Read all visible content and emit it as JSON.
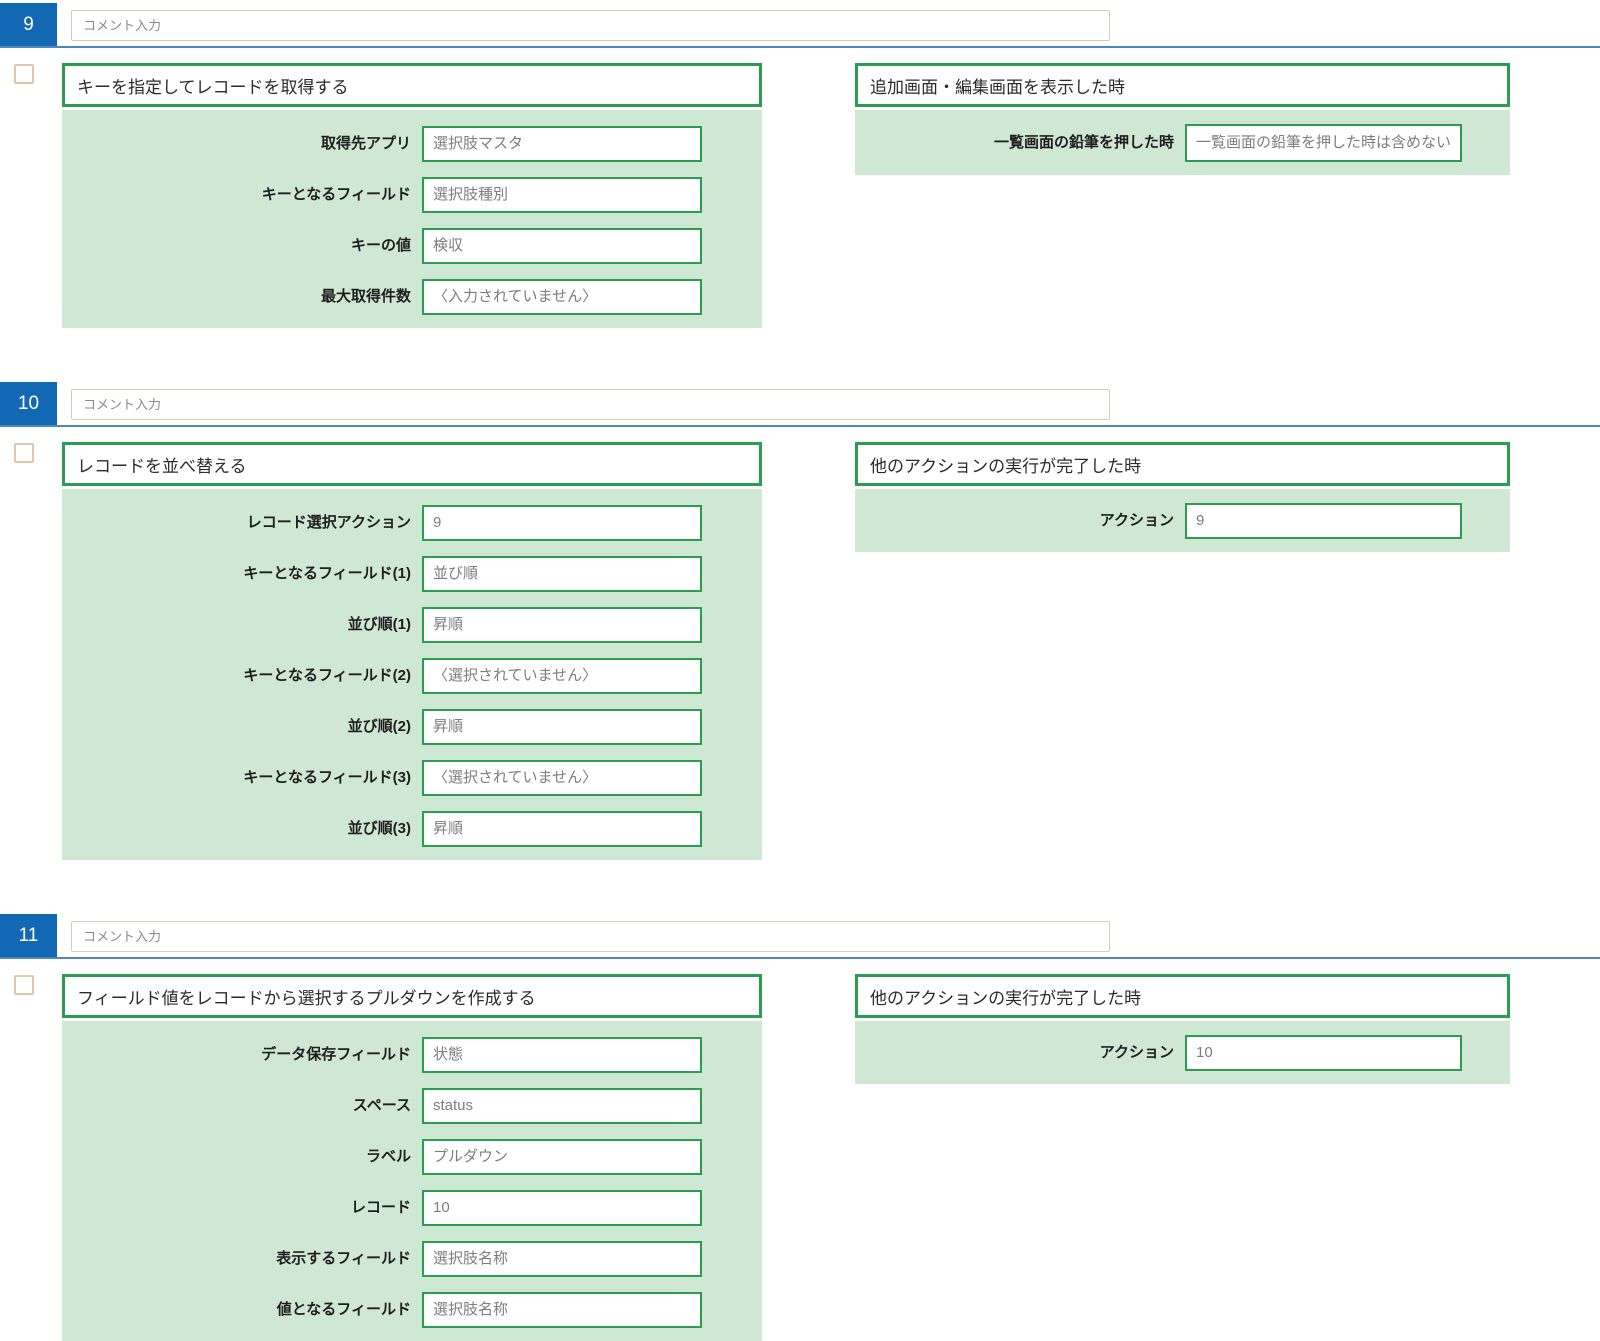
{
  "ui": {
    "comment_placeholder": "コメント入力",
    "colors": {
      "badge_blue": "#1268b3",
      "header_rule_blue": "#4e86c0",
      "green_border": "#2a9d50",
      "green_panel_bg": "#cfe8d4",
      "tan_border": "#d9c9b2",
      "label_text": "#1e1e1e",
      "value_text": "#7d7d7d"
    }
  },
  "sections": [
    {
      "number": "9",
      "checkbox_checked": false,
      "action": {
        "title": "キーを指定してレコードを取得する",
        "fields": [
          {
            "label": "取得先アプリ",
            "value": "選択肢マスタ"
          },
          {
            "label": "キーとなるフィールド",
            "value": "選択肢種別"
          },
          {
            "label": "キーの値",
            "value": "検収"
          },
          {
            "label": "最大取得件数",
            "value": "〈入力されていません〉"
          }
        ]
      },
      "trigger": {
        "title": "追加画面・編集画面を表示した時",
        "fields": [
          {
            "label": "一覧画面の鉛筆を押した時",
            "value": "一覧画面の鉛筆を押した時は含めない"
          }
        ]
      }
    },
    {
      "number": "10",
      "checkbox_checked": false,
      "action": {
        "title": "レコードを並べ替える",
        "fields": [
          {
            "label": "レコード選択アクション",
            "value": "9"
          },
          {
            "label": "キーとなるフィールド(1)",
            "value": "並び順"
          },
          {
            "label": "並び順(1)",
            "value": "昇順"
          },
          {
            "label": "キーとなるフィールド(2)",
            "value": "〈選択されていません〉"
          },
          {
            "label": "並び順(2)",
            "value": "昇順"
          },
          {
            "label": "キーとなるフィールド(3)",
            "value": "〈選択されていません〉"
          },
          {
            "label": "並び順(3)",
            "value": "昇順"
          }
        ]
      },
      "trigger": {
        "title": "他のアクションの実行が完了した時",
        "fields": [
          {
            "label": "アクション",
            "value": "9"
          }
        ]
      }
    },
    {
      "number": "11",
      "checkbox_checked": false,
      "action": {
        "title": "フィールド値をレコードから選択するプルダウンを作成する",
        "fields": [
          {
            "label": "データ保存フィールド",
            "value": "状態"
          },
          {
            "label": "スペース",
            "value": "status"
          },
          {
            "label": "ラベル",
            "value": "プルダウン"
          },
          {
            "label": "レコード",
            "value": "10"
          },
          {
            "label": "表示するフィールド",
            "value": "選択肢名称"
          },
          {
            "label": "値となるフィールド",
            "value": "選択肢名称"
          }
        ]
      },
      "trigger": {
        "title": "他のアクションの実行が完了した時",
        "fields": [
          {
            "label": "アクション",
            "value": "10"
          }
        ]
      }
    }
  ]
}
